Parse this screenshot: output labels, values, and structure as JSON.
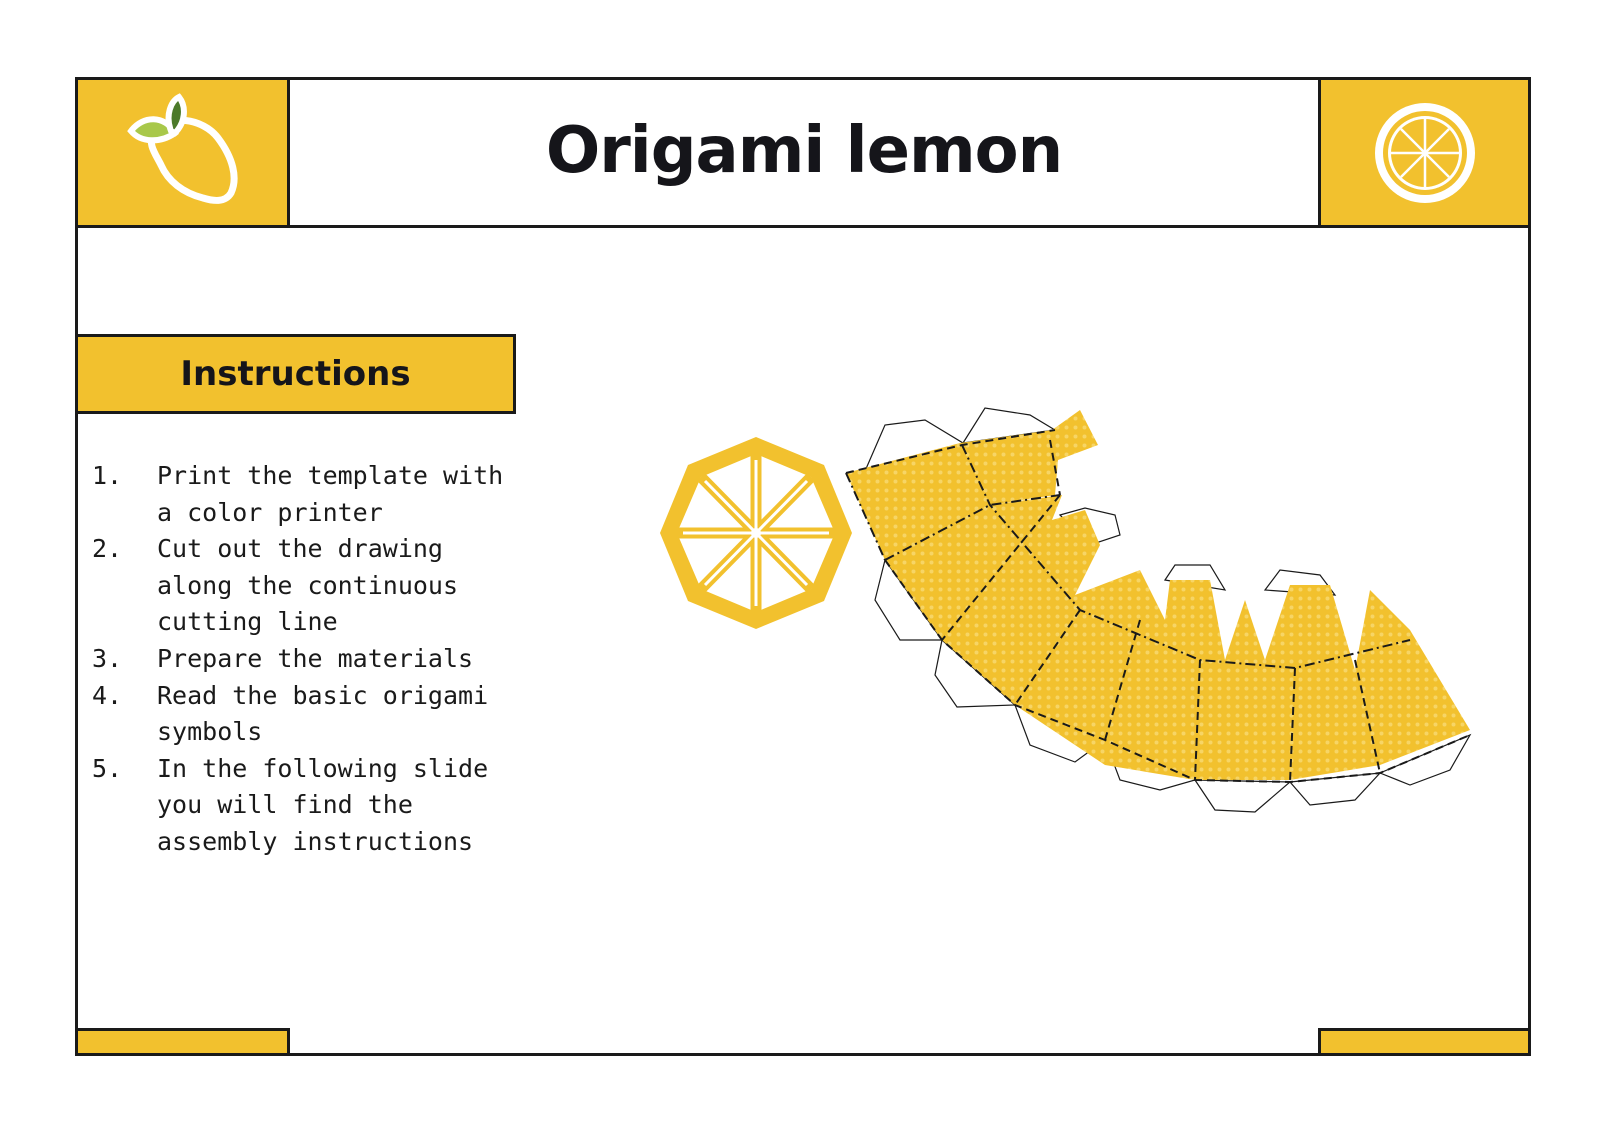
{
  "header": {
    "title": "Origami lemon",
    "left_icon": "lemon-icon",
    "right_icon": "lemon-slice-icon"
  },
  "instructions": {
    "heading": "Instructions",
    "steps": [
      {
        "number": "1.",
        "text": "Print the template with a color printer"
      },
      {
        "number": "2.",
        "text": "Cut out the drawing along the continuous cutting line"
      },
      {
        "number": "3.",
        "text": "Prepare the materials"
      },
      {
        "number": "4.",
        "text": "Read the basic origami symbols"
      },
      {
        "number": "5.",
        "text": "In the following slide you will find the assembly instructions"
      }
    ]
  },
  "diagram": {
    "name": "origami-lemon-template",
    "parts": [
      "octagon-lemon-slice-base",
      "dotted-yellow-folding-strip"
    ]
  },
  "colors": {
    "accent": "#f2c12e",
    "ink": "#1a1a1a",
    "background": "#ffffff",
    "leaf": "#6a9a3a"
  }
}
